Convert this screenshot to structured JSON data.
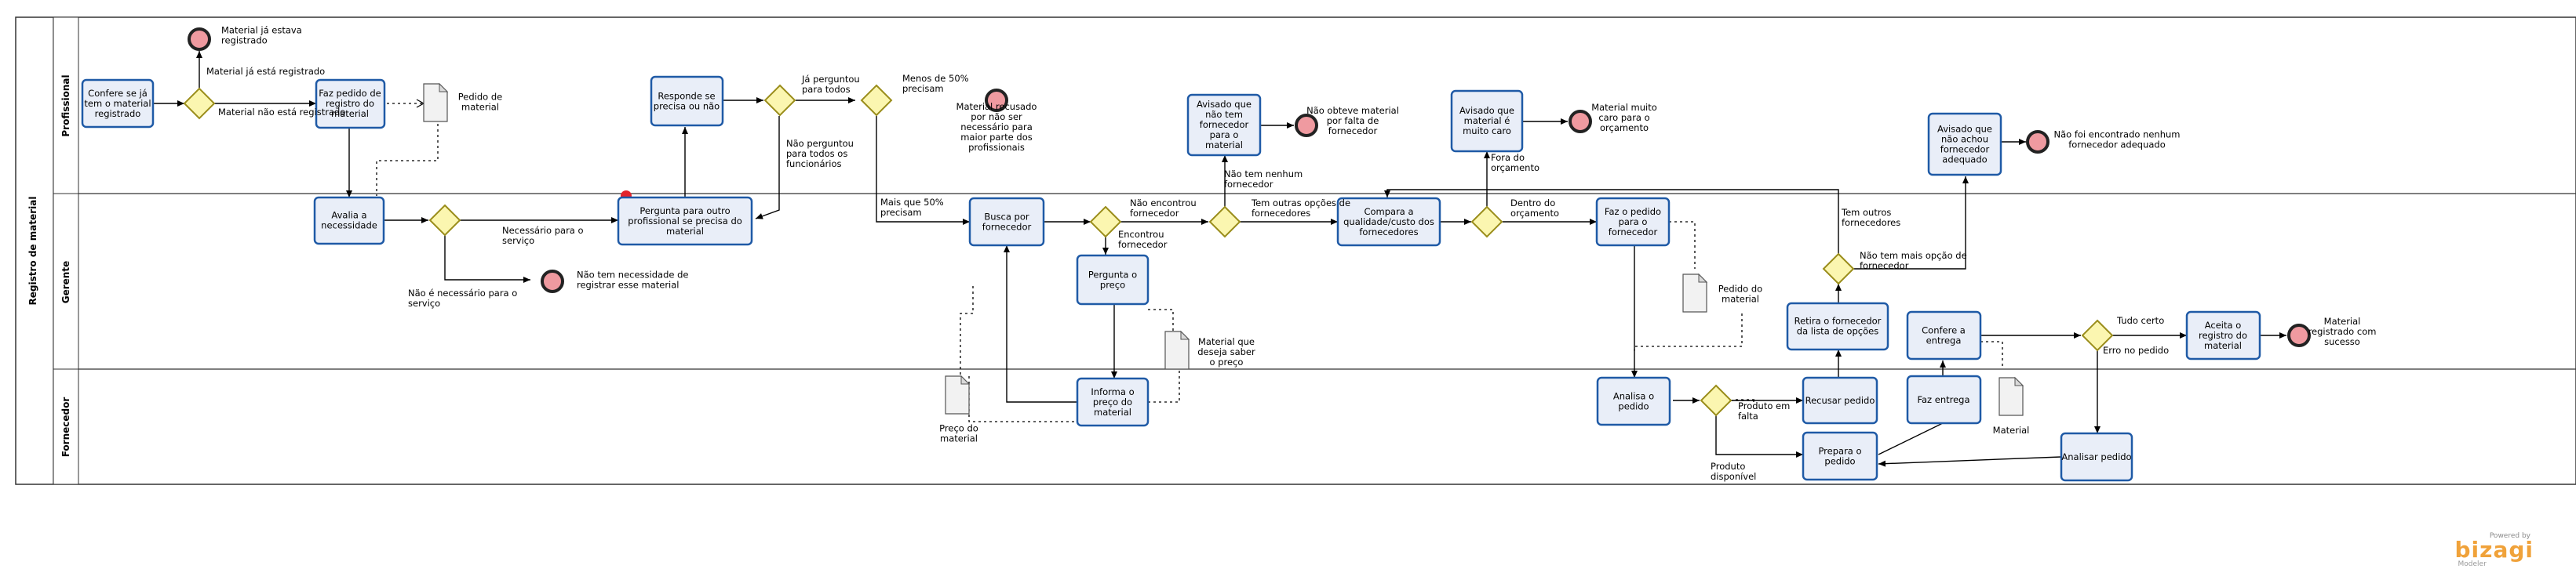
{
  "pool": {
    "title": "Registro de material"
  },
  "lanes": [
    "Profissional",
    "Gerente",
    "Fornecedor"
  ],
  "tasks": {
    "t1": "Confere se já tem o material registrado",
    "t2": "Faz pedido de registro do material",
    "t3": "Avalia a necessidade",
    "t4": "Responde se precisa ou não",
    "t5": "Pergunta para outro profissional se precisa do material",
    "t6": "Busca por fornecedor",
    "t7": "Pergunta o preço",
    "t8": "Informa o preço do material",
    "t9": "Avisado que não tem fornecedor para o material",
    "t10": "Compara a qualidade/custo dos fornecedores",
    "t11": "Avisado que material é muito caro",
    "t12": "Faz o pedido para o fornecedor",
    "t13": "Analisa o pedido",
    "t14": "Recusar pedido",
    "t15": "Prepara o pedido",
    "t16": "Retira o fornecedor da lista de opções",
    "t17": "Faz entrega",
    "t18": "Confere a entrega",
    "t19": "Analisar pedido",
    "t20": "Aceita o registro do material",
    "t21": "Avisado que não achou fornecedor adequado"
  },
  "end_events": {
    "e1": "Material já estava registrado",
    "e2": "Não tem necessidade de registrar esse material",
    "e3": "Material recusado por não ser necessário para maior parte dos profissionais",
    "e4": "Não obteve material por falta de fornecedor",
    "e5": "Material muito caro para o orçamento",
    "e6": "Não foi encontrado nenhum fornecedor adequado",
    "e7": "Material registrado com sucesso"
  },
  "documents": {
    "d1": "Pedido de material",
    "d2": "Preço do material",
    "d3": "Material que deseja saber o preço",
    "d4": "Pedido do material",
    "d5": "Material"
  },
  "flow_labels": {
    "f1": "Material já está registrado",
    "f2": "Material não está registrado",
    "f3": "Necessário para o serviço",
    "f4": "Não é necessário para o serviço",
    "f5": "Já perguntou para todos",
    "f6": "Não perguntou para todos os funcionários",
    "f7": "Menos de 50% precisam",
    "f8": "Mais que 50% precisam",
    "f9": "Não encontrou fornecedor",
    "f10": "Encontrou fornecedor",
    "f11": "Não tem nenhum fornecedor",
    "f12": "Tem outras opções de fornecedores",
    "f13": "Fora do orçamento",
    "f14": "Dentro do orçamento",
    "f15": "Produto em falta",
    "f16": "Produto disponível",
    "f17": "Tem outros fornecedores",
    "f18": "Não tem mais opção de fornecedor",
    "f19": "Tudo certo",
    "f20": "Erro no pedido"
  },
  "branding": {
    "powered": "Powered by",
    "name": "bizagi",
    "product": "Modeler"
  },
  "colors": {
    "task_fill": "#e9eef8",
    "task_stroke": "#1f5aa6",
    "gateway_fill": "#fbf6b0",
    "end_fill": "#ef9aa0"
  }
}
